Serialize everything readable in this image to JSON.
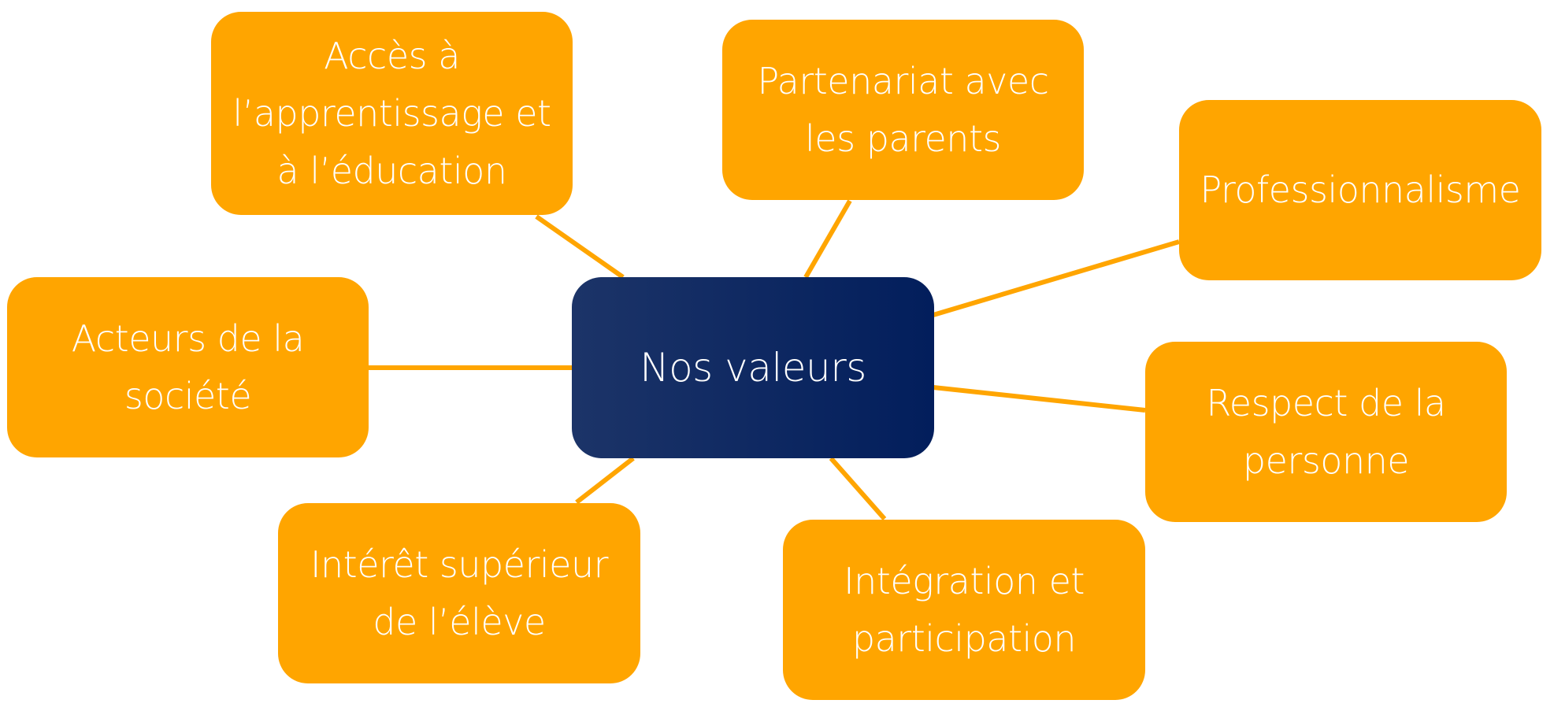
{
  "center": {
    "label": "Nos valeurs"
  },
  "values": [
    {
      "label": "Accès à l’apprentissage et à l’éducation",
      "lines": [
        "Accès à",
        "l’apprentissage et",
        "à l’éducation"
      ]
    },
    {
      "label": "Partenariat avec les parents",
      "lines": [
        "Partenariat avec",
        "les parents"
      ]
    },
    {
      "label": "Professionnalisme",
      "lines": [
        "Professionnalisme"
      ]
    },
    {
      "label": "Acteurs de la société",
      "lines": [
        "Acteurs de la",
        "société"
      ]
    },
    {
      "label": "Respect de la personne",
      "lines": [
        "Respect de la",
        "personne"
      ]
    },
    {
      "label": "Intérêt supérieur de l’élève",
      "lines": [
        "Intérêt supérieur",
        "de l’élève"
      ]
    },
    {
      "label": "Intégration et participation",
      "lines": [
        "Intégration et",
        "participation"
      ]
    }
  ],
  "colors": {
    "node": "#FFA500",
    "center_start": "#1c3468",
    "center_end": "#021e5c",
    "link": "#FFA500"
  }
}
